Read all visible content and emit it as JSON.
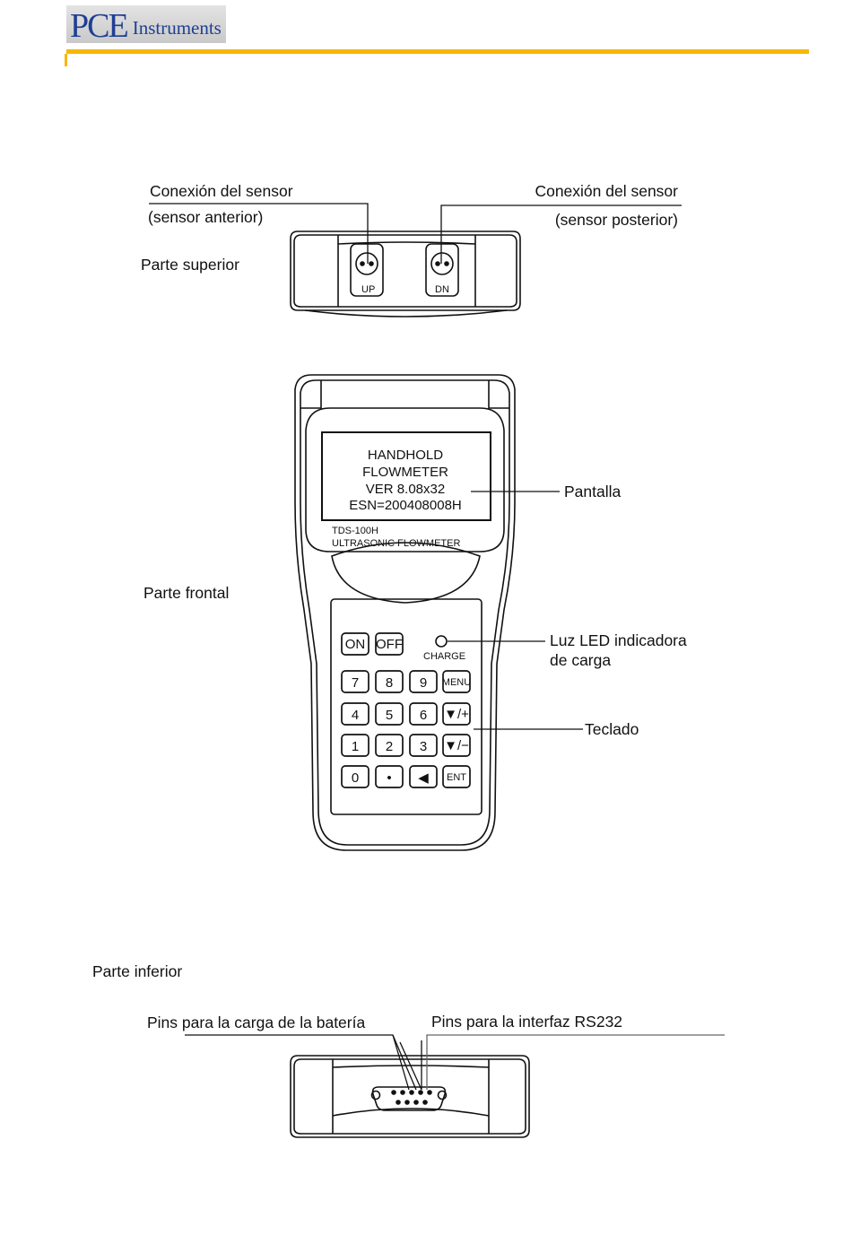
{
  "header": {
    "logo_mark": "PCE",
    "logo_word": "Instruments",
    "accent_color": "#f5b800",
    "brand_color": "#1e3f93"
  },
  "top_view": {
    "section_label": "Parte superior",
    "left_callout_line1": "Conexión del sensor",
    "left_callout_line2": "(sensor anterior)",
    "right_callout_line1": "Conexión del sensor",
    "right_callout_line2": "(sensor posterior)",
    "port_up": "UP",
    "port_dn": "DN"
  },
  "front_view": {
    "section_label": "Parte frontal",
    "screen_lines": [
      "HANDHOLD",
      "FLOWMETER",
      "VER 8.08x32",
      "ESN=200408008H"
    ],
    "model": "TDS-100H",
    "subtitle": "ULTRASONIC FLOWMETER",
    "callout_display": "Pantalla",
    "callout_led_line1": "Luz LED indicadora",
    "callout_led_line2": "de carga",
    "callout_keypad": "Teclado",
    "charge_label": "CHARGE",
    "keys": {
      "on": "ON",
      "off": "OFF",
      "k7": "7",
      "k8": "8",
      "k9": "9",
      "menu": "MENU",
      "k4": "4",
      "k5": "5",
      "k6": "6",
      "down_plus": "▼/+",
      "k1": "1",
      "k2": "2",
      "k3": "3",
      "down_minus": "▼/−",
      "k0": "0",
      "dot": "•",
      "back": "◀",
      "ent": "ENT"
    }
  },
  "bottom_view": {
    "section_label": "Parte inferior",
    "callout_battery": "Pins para la carga de la batería",
    "callout_rs232": "Pins para la interfaz RS232"
  }
}
